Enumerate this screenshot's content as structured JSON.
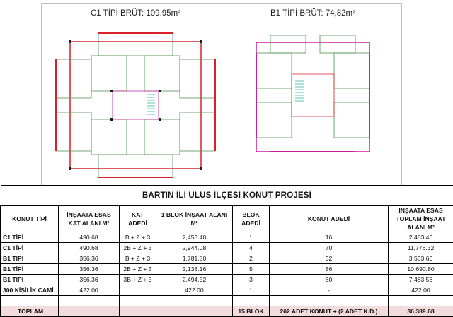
{
  "plans": {
    "c1": {
      "title": "C1 TİPİ  BRÜT: 109.95m²"
    },
    "b1": {
      "title": "B1 TİPİ  BRÜT: 74,82m²"
    }
  },
  "table": {
    "title": "BARTIN İLİ ULUS İLÇESİ KONUT PROJESİ",
    "headers": {
      "type": "KONUT TİPİ",
      "base_area": "İNŞAATA ESAS KAT ALANI M²",
      "floors": "KAT ADEDİ",
      "block_area": "1 BLOK İNŞAAT ALANI M²",
      "block_count": "BLOK ADEDİ",
      "unit_count": "KONUT ADEDİ",
      "total_area": "İNŞAATA ESAS TOPLAM İNŞAAT ALANI M²"
    },
    "rows": [
      {
        "type": "C1 TİPİ",
        "base_area": "490.68",
        "floors": "B + Z + 3",
        "block_area": "2,453.40",
        "block_count": "1",
        "unit_count": "16",
        "total_area": "2,453.40"
      },
      {
        "type": "C1 TİPİ",
        "base_area": "490.68",
        "floors": "2B + Z + 3",
        "block_area": "2,944.08",
        "block_count": "4",
        "unit_count": "70",
        "total_area": "11,776.32"
      },
      {
        "type": "B1 TİPİ",
        "base_area": "356.36",
        "floors": "B + Z + 3",
        "block_area": "1,781.80",
        "block_count": "2",
        "unit_count": "32",
        "total_area": "3,563.60"
      },
      {
        "type": "B1 TİPİ",
        "base_area": "356.36",
        "floors": "2B + Z + 3",
        "block_area": "2,138.16",
        "block_count": "5",
        "unit_count": "86",
        "total_area": "10,690.80"
      },
      {
        "type": "B1 TİPİ",
        "base_area": "356.36",
        "floors": "3B + Z + 3",
        "block_area": "2,494.52",
        "block_count": "3",
        "unit_count": "60",
        "total_area": "7,483.56"
      },
      {
        "type": "300 KİŞİLİK CAMİ",
        "base_area": "422.00",
        "floors": "",
        "block_area": "422.00",
        "block_count": "1",
        "unit_count": "-",
        "total_area": "422.00"
      }
    ],
    "total": {
      "label": "TOPLAM",
      "block_count": "15 BLOK",
      "unit_count": "262 ADET  KONUT + (2 ADET K.D.)",
      "total_area": "36,389.68"
    }
  },
  "colors": {
    "wall_red": "#d8202a",
    "room_green": "#4a8f4a",
    "stair_teal": "#2bb3a3",
    "wall_magenta": "#c81fa0",
    "total_fill": "#f2dcdb"
  }
}
